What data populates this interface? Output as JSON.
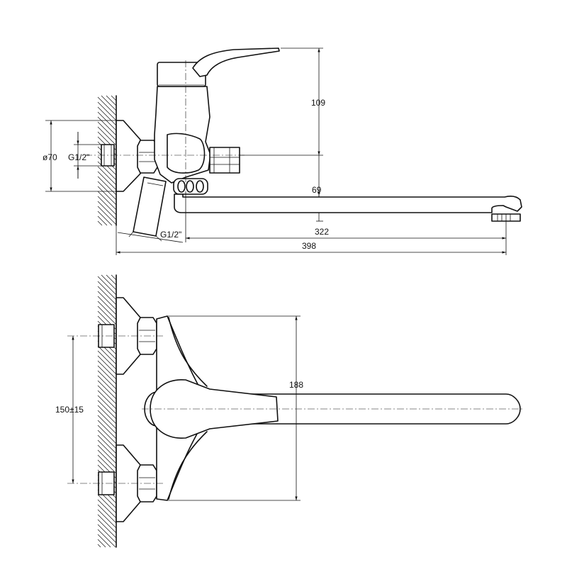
{
  "dimensions": {
    "height_body": "109",
    "flange_diameter": "ø70",
    "thread_side": "G1/2\"",
    "spout_drop": "69",
    "thread_bottom": "G1/2\"",
    "spout_reach": "322",
    "overall_length": "398",
    "plan_height": "188",
    "inlet_spacing": "150±15"
  },
  "colors": {
    "line": "#111111",
    "background": "#ffffff"
  }
}
